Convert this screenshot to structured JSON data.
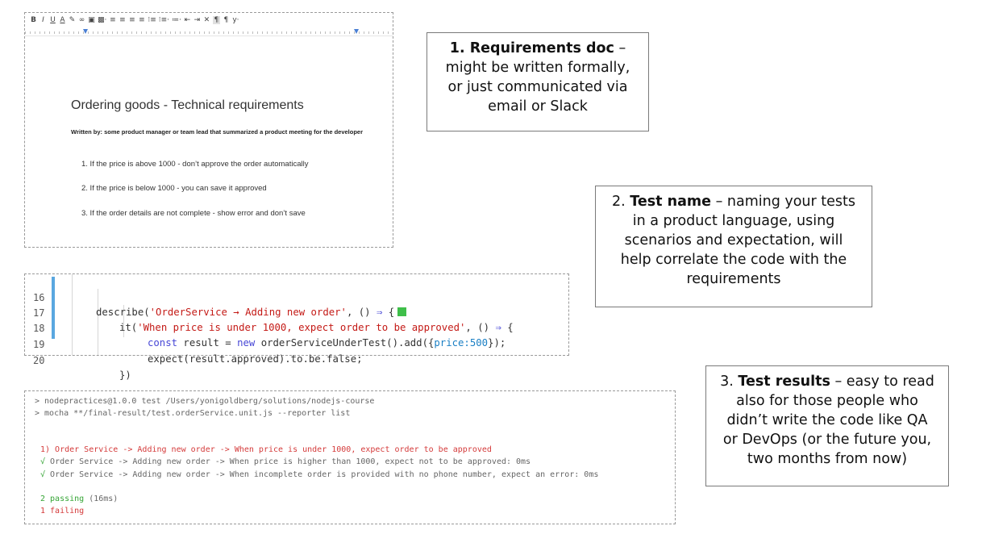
{
  "doc": {
    "toolbar": [
      "B",
      "I",
      "U",
      "A",
      "✎",
      "∞",
      "▣",
      "▩·",
      "≡",
      "≡",
      "≡",
      "≡",
      "⁝≡",
      "⁝≡·",
      "≔·",
      "⇤",
      "⇥",
      "✕",
      "¶",
      "¶",
      "y·"
    ],
    "title": "Ordering goods - Technical requirements",
    "author": "Written by: some product manager or team lead that summarized a product meeting for the developer",
    "items": [
      "1.  If the price is above 1000 - don’t approve the order automatically",
      "2.  If the price is below 1000 - you can save it approved",
      "3.  If the order details are not complete - show error and don’t save"
    ]
  },
  "code": {
    "line_numbers": [
      "16",
      "17",
      "18",
      "19",
      "20"
    ],
    "line16": {
      "fn": "describe(",
      "str": "'OrderService → Adding new order'",
      "rest": ", () ",
      "arrow": "⇒",
      "brace": " {"
    },
    "line17": {
      "fn": "it(",
      "str": "'When price is under 1000, expect order to be approved'",
      "rest": ", () ",
      "arrow": "⇒",
      "brace": " {"
    },
    "line18": {
      "kw1": "const",
      "var": " result = ",
      "kw2": "new",
      "call": " orderServiceUnderTest().add({",
      "key": "price:",
      "num": "500",
      "end": "});"
    },
    "line19": {
      "text": "expect(result.approved).to.be.false;"
    },
    "line20": {
      "text": "})"
    }
  },
  "terminal": {
    "cmd1": "> nodepractices@1.0.0 test /Users/yonigoldberg/solutions/nodejs-course",
    "cmd2": "> mocha **/final-result/test.orderService.unit.js --reporter list",
    "fail1": "1) Order Service -> Adding new order -> When price is under 1000, expect order to be approved",
    "check": "√",
    "pass1": " Order Service -> Adding new order -> When price is higher than 1000, expect not to be approved: 0ms",
    "pass2": " Order Service -> Adding new order -> When incomplete order is provided with no phone number, expect an error: 0ms",
    "passing": "2 passing",
    "passing_time": " (16ms)",
    "failing": "1 failing"
  },
  "callouts": {
    "c1": {
      "bold": "1. Requirements doc",
      "line1_rest": " –",
      "line2": "might be written formally,",
      "line3": "or just communicated via",
      "line4": "email or Slack"
    },
    "c2": {
      "prefix": "2. ",
      "bold": "Test name",
      "line1_rest": " – naming your tests",
      "line2": "in a product language, using",
      "line3": "scenarios and expectation, will",
      "line4": "help correlate the code with the",
      "line5": "requirements"
    },
    "c3": {
      "prefix": "3. ",
      "bold": "Test results",
      "line1_rest": " – easy to read",
      "line2": "also for those people who",
      "line3": "didn’t write the code like QA",
      "line4": "or DevOps (or the future you,",
      "line5": "two months from now)"
    }
  },
  "colors": {
    "passing": "#35a535",
    "failing": "#d43a3a",
    "gutter": "#5aa7e0",
    "keyword": "#4747d6",
    "string": "#c41a16"
  }
}
